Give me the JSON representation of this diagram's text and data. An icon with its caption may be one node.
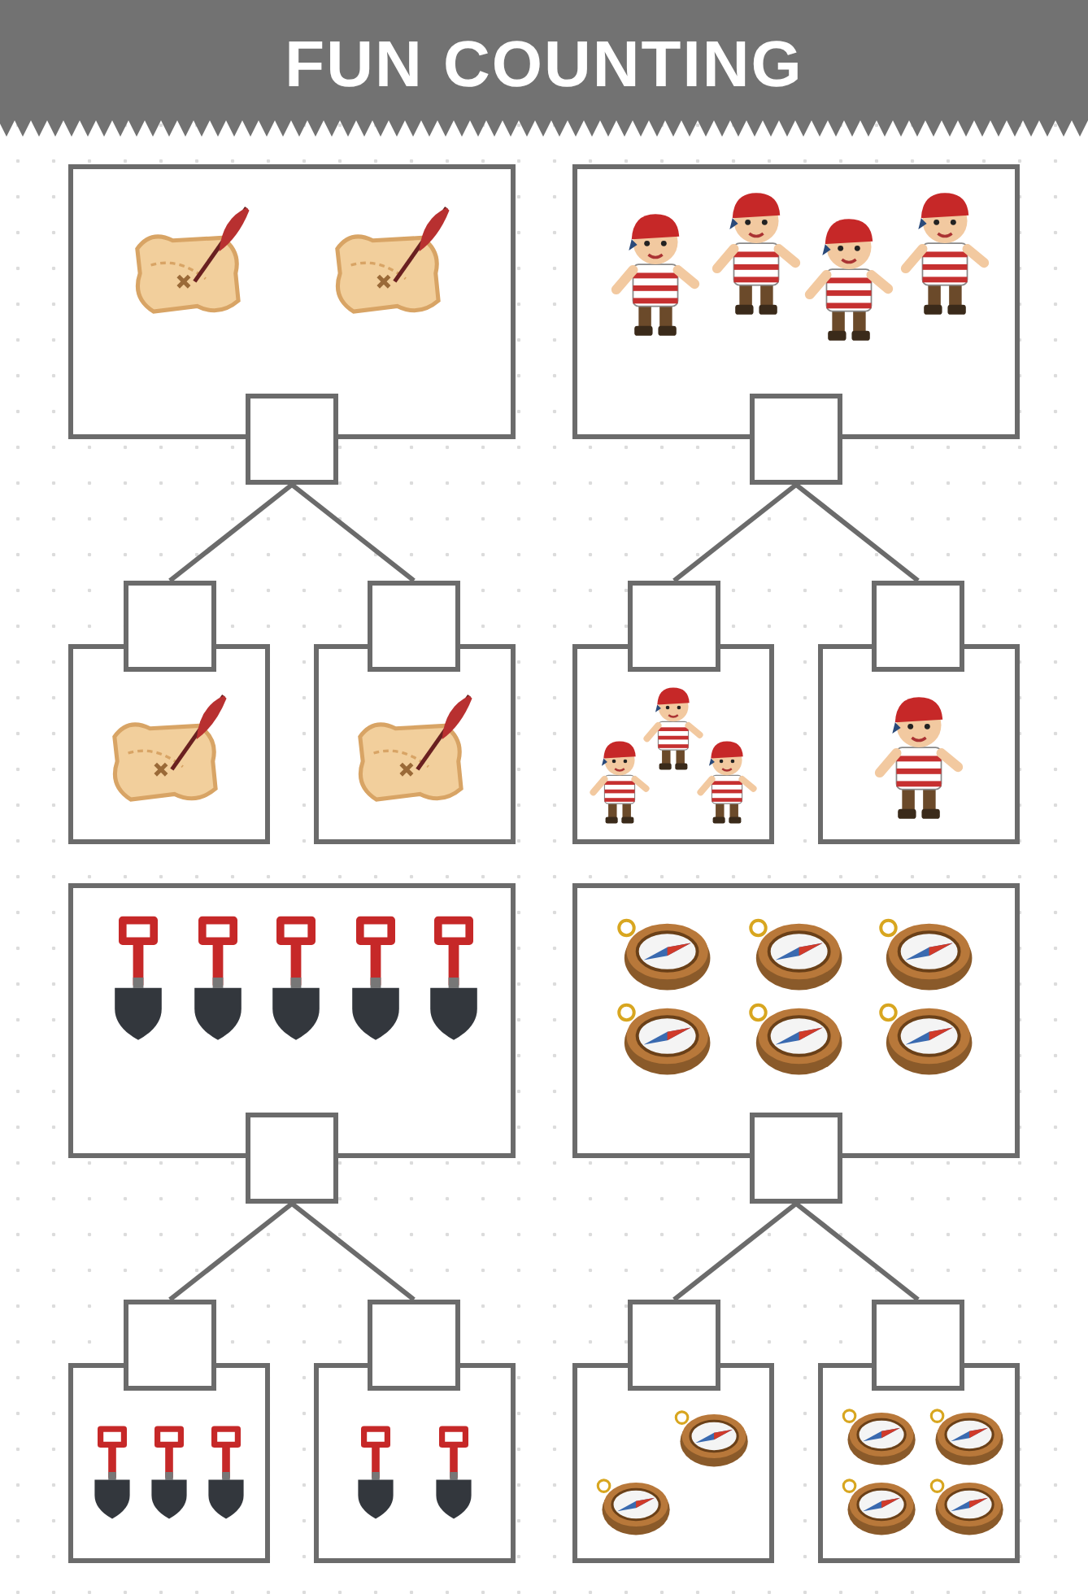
{
  "diagram": {
    "title": "FUN COUNTING",
    "nodes": [
      {
        "text": [],
        "shape": "box"
      },
      {
        "text": [],
        "shape": "box"
      },
      {
        "text": [],
        "shape": "box"
      },
      {
        "text": [],
        "shape": "box"
      },
      {
        "text": [],
        "shape": "box"
      },
      {
        "text": [],
        "shape": "box"
      },
      {
        "text": [],
        "shape": "box"
      },
      {
        "text": [],
        "shape": "box"
      },
      {
        "text": [],
        "shape": "box"
      },
      {
        "text": [],
        "shape": "box"
      },
      {
        "text": [],
        "shape": "box"
      },
      {
        "text": [],
        "shape": "box"
      },
      {
        "text": [],
        "shape": "box"
      },
      {
        "text": [],
        "shape": "box"
      },
      {
        "text": [],
        "shape": "box"
      },
      {
        "text": [],
        "shape": "box"
      },
      {
        "text": [],
        "shape": "box"
      },
      {
        "text": [],
        "shape": "box"
      },
      {
        "text": [],
        "shape": "box"
      },
      {
        "text": [],
        "shape": "box"
      },
      {
        "text": [],
        "shape": "box"
      },
      {
        "text": [],
        "shape": "box"
      },
      {
        "text": [],
        "shape": "box"
      },
      {
        "text": [],
        "shape": "box"
      }
    ],
    "edges": [
      {
        "from": 1,
        "to": 2,
        "arrow": "none"
      },
      {
        "from": 1,
        "to": 3,
        "arrow": "none"
      },
      {
        "from": 7,
        "to": 8,
        "arrow": "none"
      },
      {
        "from": 7,
        "to": 9,
        "arrow": "none"
      },
      {
        "from": 13,
        "to": 14,
        "arrow": "none"
      },
      {
        "from": 13,
        "to": 15,
        "arrow": "none"
      },
      {
        "from": 19,
        "to": 20,
        "arrow": "none"
      },
      {
        "from": 19,
        "to": 21,
        "arrow": "none"
      }
    ]
  }
}
